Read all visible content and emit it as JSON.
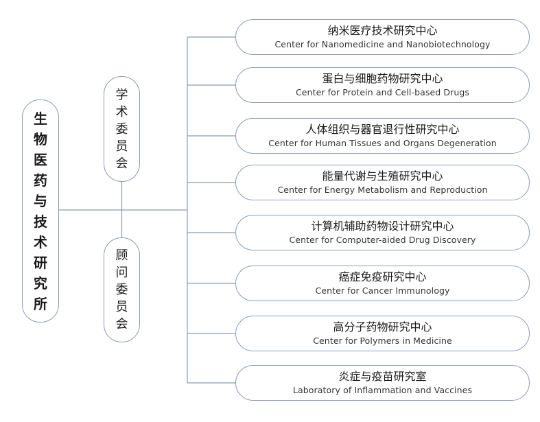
{
  "colors": {
    "line": "#8a9ab8",
    "border": "#8a9ab8",
    "text": "#1a1a1a"
  },
  "root": {
    "label": "生物医药与技术研究所"
  },
  "committees": [
    {
      "label": "学术委员会"
    },
    {
      "label": "顾问委员会"
    }
  ],
  "centers": [
    {
      "zh": "纳米医疗技术研究中心",
      "en": "Center for Nanomedicine and Nanobiotechnology"
    },
    {
      "zh": "蛋白与细胞药物研究中心",
      "en": "Center for Protein and Cell-based Drugs"
    },
    {
      "zh": "人体组织与器官退行性研究中心",
      "en": "Center for Human Tissues and Organs Degeneration"
    },
    {
      "zh": "能量代谢与生殖研究中心",
      "en": "Center for Energy Metabolism and Reproduction"
    },
    {
      "zh": "计算机辅助药物设计研究中心",
      "en": "Center for Computer-aided Drug Discovery"
    },
    {
      "zh": "癌症免疫研究中心",
      "en": "Center for Cancer Immunology"
    },
    {
      "zh": "高分子药物研究中心",
      "en": "Center for Polymers in Medicine"
    },
    {
      "zh": "炎症与疫苗研究室",
      "en": "Laboratory of Inflammation and Vaccines"
    }
  ]
}
